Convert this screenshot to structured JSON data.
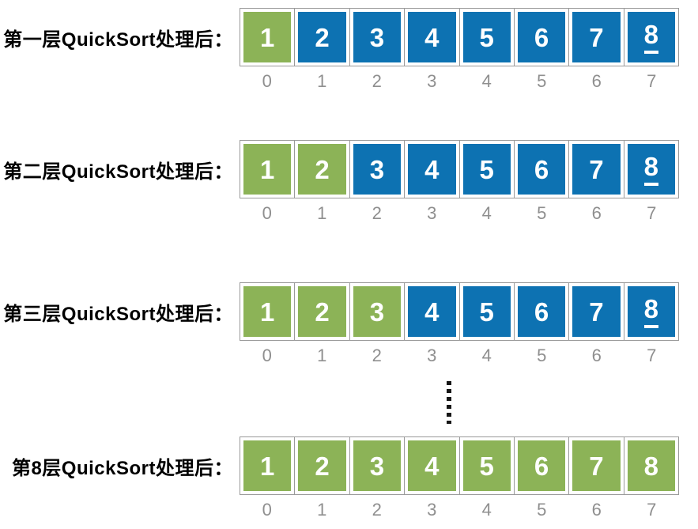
{
  "diagram_title": "QuickSort levels diagram",
  "colors": {
    "sorted_green": "#8cb357",
    "unsorted_blue": "#0d72b2",
    "grid_border": "#9a9a9a",
    "index_text": "#8f8f8f",
    "cell_text": "#ffffff",
    "label_text": "#000000",
    "ellipsis_dots": "#161616"
  },
  "indices": [
    "0",
    "1",
    "2",
    "3",
    "4",
    "5",
    "6",
    "7"
  ],
  "rows": [
    {
      "label": "第一层QuickSort处理后：",
      "pivot_underlined_value": "8",
      "cells": [
        {
          "value": "1",
          "color": "#8cb357",
          "underline": false
        },
        {
          "value": "2",
          "color": "#0d72b2",
          "underline": false
        },
        {
          "value": "3",
          "color": "#0d72b2",
          "underline": false
        },
        {
          "value": "4",
          "color": "#0d72b2",
          "underline": false
        },
        {
          "value": "5",
          "color": "#0d72b2",
          "underline": false
        },
        {
          "value": "6",
          "color": "#0d72b2",
          "underline": false
        },
        {
          "value": "7",
          "color": "#0d72b2",
          "underline": false
        },
        {
          "value": "8",
          "color": "#0d72b2",
          "underline": true
        }
      ]
    },
    {
      "label": "第二层QuickSort处理后：",
      "pivot_underlined_value": "8",
      "cells": [
        {
          "value": "1",
          "color": "#8cb357",
          "underline": false
        },
        {
          "value": "2",
          "color": "#8cb357",
          "underline": false
        },
        {
          "value": "3",
          "color": "#0d72b2",
          "underline": false
        },
        {
          "value": "4",
          "color": "#0d72b2",
          "underline": false
        },
        {
          "value": "5",
          "color": "#0d72b2",
          "underline": false
        },
        {
          "value": "6",
          "color": "#0d72b2",
          "underline": false
        },
        {
          "value": "7",
          "color": "#0d72b2",
          "underline": false
        },
        {
          "value": "8",
          "color": "#0d72b2",
          "underline": true
        }
      ]
    },
    {
      "label": "第三层QuickSort处理后：",
      "pivot_underlined_value": "8",
      "cells": [
        {
          "value": "1",
          "color": "#8cb357",
          "underline": false
        },
        {
          "value": "2",
          "color": "#8cb357",
          "underline": false
        },
        {
          "value": "3",
          "color": "#8cb357",
          "underline": false
        },
        {
          "value": "4",
          "color": "#0d72b2",
          "underline": false
        },
        {
          "value": "5",
          "color": "#0d72b2",
          "underline": false
        },
        {
          "value": "6",
          "color": "#0d72b2",
          "underline": false
        },
        {
          "value": "7",
          "color": "#0d72b2",
          "underline": false
        },
        {
          "value": "8",
          "color": "#0d72b2",
          "underline": true
        }
      ]
    },
    {
      "label": "第8层QuickSort处理后：",
      "pivot_underlined_value": null,
      "cells": [
        {
          "value": "1",
          "color": "#8cb357",
          "underline": false
        },
        {
          "value": "2",
          "color": "#8cb357",
          "underline": false
        },
        {
          "value": "3",
          "color": "#8cb357",
          "underline": false
        },
        {
          "value": "4",
          "color": "#8cb357",
          "underline": false
        },
        {
          "value": "5",
          "color": "#8cb357",
          "underline": false
        },
        {
          "value": "6",
          "color": "#8cb357",
          "underline": false
        },
        {
          "value": "7",
          "color": "#8cb357",
          "underline": false
        },
        {
          "value": "8",
          "color": "#8cb357",
          "underline": false
        }
      ]
    }
  ]
}
